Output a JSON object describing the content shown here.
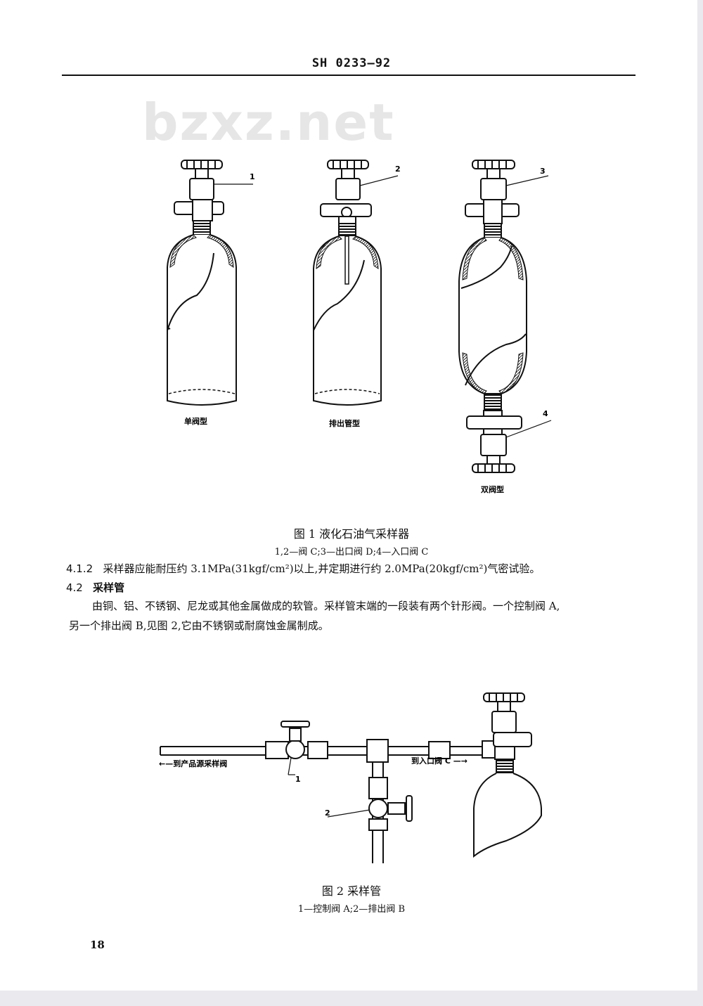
{
  "header": {
    "code": "SH 0233—92"
  },
  "watermark": "bzxz.net",
  "figure1": {
    "labels": [
      "单阀型",
      "排出管型",
      "双阀型"
    ],
    "callouts": [
      "1",
      "2",
      "3",
      "4"
    ],
    "title": "图 1   液化石油气采样器",
    "legend": "1,2—阀 C;3—出口阀 D;4—入口阀 C"
  },
  "section_4_1_2": {
    "number": "4.1.2",
    "text": "采样器应能耐压约 3.1MPa(31kgf/cm²)以上,并定期进行约 2.0MPa(20kgf/cm²)气密试验。"
  },
  "section_4_2": {
    "number": "4.2",
    "heading": "采样管",
    "line1": "由铜、铝、不锈钢、尼龙或其他金属做成的软管。采样管末端的一段装有两个针形阀。一个控制阀 A,",
    "line2": "另一个排出阀 B,见图 2,它由不锈钢或耐腐蚀金属制成。"
  },
  "figure2": {
    "left_label": "←—到产品源采样阀",
    "right_label": "到入口阀 C —→",
    "callouts": [
      "1",
      "2"
    ],
    "title": "图 2   采样管",
    "legend": "1—控制阀 A;2—排出阀 B"
  },
  "footer": {
    "page_number": "18"
  }
}
